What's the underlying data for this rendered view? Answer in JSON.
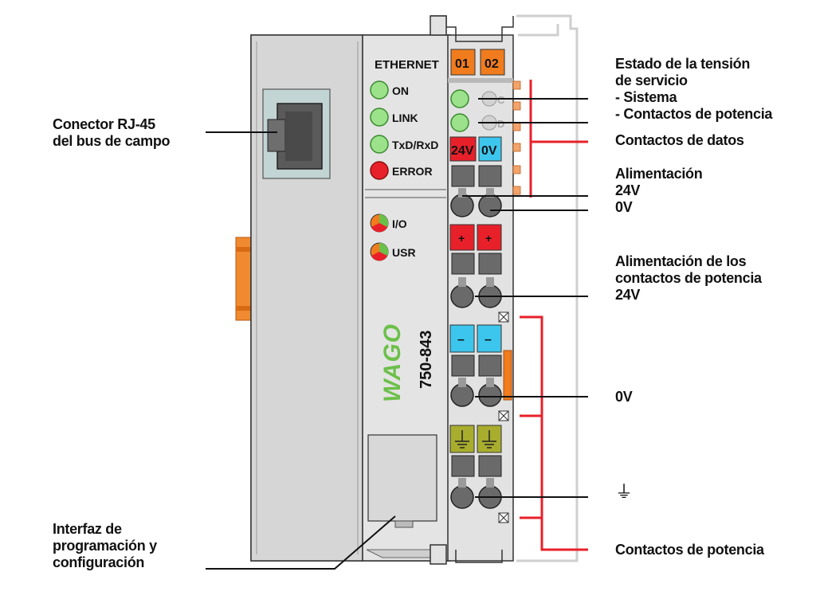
{
  "device": {
    "header": "ETHERNET",
    "leds": [
      "ON",
      "LINK",
      "TxD/RxD",
      "ERROR"
    ],
    "status_leds": [
      "I/O",
      "USR"
    ],
    "logo": "WAGO",
    "model": "750-843",
    "slot_labels": [
      "01",
      "02"
    ],
    "supply_labels": [
      "24V",
      "0V"
    ],
    "plus_sign": "+",
    "minus_sign": "–",
    "led_letters": [
      "C",
      "D"
    ]
  },
  "labels": {
    "rj45": [
      "Conector RJ-45",
      "del bus de campo"
    ],
    "interface": [
      "Interfaz de",
      "programación y",
      "configuración"
    ],
    "status": [
      "Estado de la tensión",
      "de servicio",
      "- Sistema",
      "- Contactos de potencia"
    ],
    "data_contacts": "Contactos de datos",
    "supply": [
      "Alimentación",
      "24V",
      "0V"
    ],
    "power_supply": [
      "Alimentación de los",
      "contactos de potencia",
      "24V"
    ],
    "zero_v": "0V",
    "ground_symbol": "⏚",
    "power_contacts": "Contactos de potencia"
  },
  "colors": {
    "housing": "#dcdcdc",
    "housing_dark": "#c8c8c8",
    "led_green": "#9be28a",
    "led_red": "#e8202a",
    "orange": "#f07c1e",
    "red_terminal": "#e8202a",
    "blue_terminal": "#3cc6ee",
    "ground_terminal": "#a8ad2e",
    "wago_green": "#6cc04a"
  }
}
